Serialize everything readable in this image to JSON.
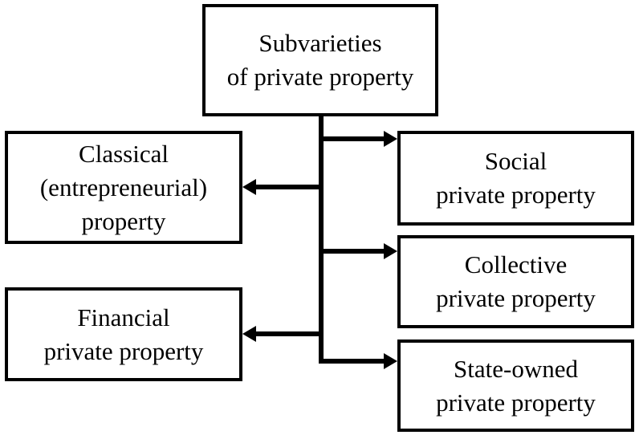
{
  "diagram": {
    "type": "flowchart",
    "colors": {
      "background": "#ffffff",
      "border": "#000000",
      "text": "#000000"
    },
    "root": {
      "label": "Subvarieties of private property",
      "lines": [
        "Subvarieties",
        "of private property"
      ]
    },
    "left_nodes": [
      {
        "id": "classical",
        "label": "Classical (entrepreneurial) property",
        "lines": [
          "Classical",
          "(entrepreneurial)",
          "property"
        ]
      },
      {
        "id": "financial",
        "label": "Financial private property",
        "lines": [
          "Financial",
          "private property"
        ]
      }
    ],
    "right_nodes": [
      {
        "id": "social",
        "label": "Social private property",
        "lines": [
          "Social",
          "private property"
        ]
      },
      {
        "id": "collective",
        "label": "Collective private property",
        "lines": [
          "Collective",
          "private property"
        ]
      },
      {
        "id": "state-owned",
        "label": "State-owned private property",
        "lines": [
          "State-owned",
          "private property"
        ]
      }
    ],
    "edges": [
      {
        "from": "root",
        "to": "social",
        "direction": "right"
      },
      {
        "from": "root",
        "to": "classical",
        "direction": "left"
      },
      {
        "from": "root",
        "to": "collective",
        "direction": "right"
      },
      {
        "from": "root",
        "to": "financial",
        "direction": "left"
      },
      {
        "from": "root",
        "to": "state-owned",
        "direction": "right"
      }
    ]
  }
}
